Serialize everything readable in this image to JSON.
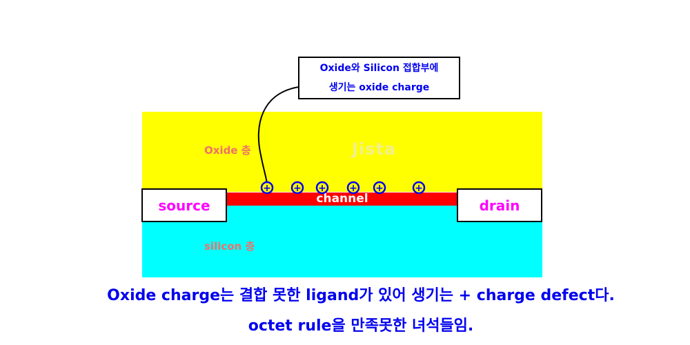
{
  "diagram": {
    "callout": {
      "line1": "Oxide와 Silicon 접합부에",
      "line2": "생기는 oxide charge"
    },
    "watermark": "Jista",
    "oxide_label": "Oxide 층",
    "silicon_label": "silicon 층",
    "source_label": "source",
    "drain_label": "drain",
    "channel_label": "channel",
    "charge_symbol": "+",
    "charge_count": 6,
    "colors": {
      "oxide": "#ffff00",
      "silicon": "#00ffff",
      "channel": "#ff0000",
      "terminal_text": "#ff00ff",
      "caption_text": "#0000ee",
      "charge": "#0000ee"
    }
  },
  "caption": {
    "line1": "Oxide charge는 결합 못한 ligand가 있어 생기는 + charge defect다.",
    "line2": "octet rule을 만족못한 녀석들임."
  }
}
